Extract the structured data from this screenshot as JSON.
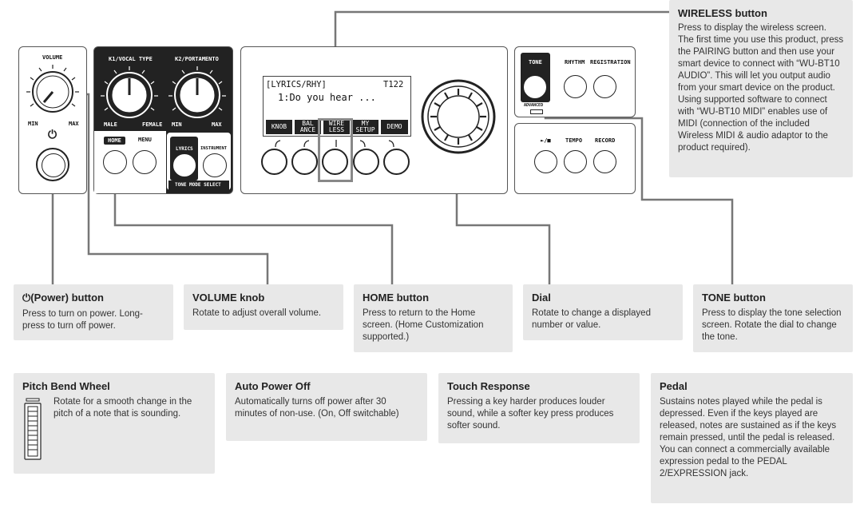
{
  "panel": {
    "volume_label": "VOLUME",
    "min_label": "MIN",
    "max_label": "MAX",
    "power_symbol": "⏻",
    "k1_label": "K1/VOCAL TYPE",
    "k2_label": "K2/PORTAMENTO",
    "male_label": "MALE",
    "female_label": "FEMALE",
    "k2_min_label": "MIN",
    "k2_max_label": "MAX",
    "home_label": "HOME",
    "menu_label": "MENU",
    "lyrics_label": "LYRICS",
    "instrument_label": "INSTRUMENT",
    "tone_mode_select_label": "TONE MODE SELECT",
    "lcd_line1_left": "[LYRICS/RHY]",
    "lcd_line1_right": "T122",
    "lcd_line2": "1:Do you hear ...",
    "lcd_buttons": [
      "KNOB",
      "BAL\nANCE",
      "WIRE\nLESS",
      "MY\nSETUP",
      "DEMO"
    ],
    "tone_label": "TONE",
    "rhythm_label": "RHYTHM",
    "registration_label": "REGISTRATION",
    "advanced_label": "ADVANCED",
    "play_stop_label": "►/■",
    "tempo_label": "TEMPO",
    "record_label": "RECORD"
  },
  "callouts": {
    "wireless": {
      "title": "WIRELESS button",
      "desc": "Press to display the wireless screen. The first time you use this product, press the PAIRING button and then use your smart device to connect with “WU-BT10 AUDIO”. This will let you output audio from your smart device on the product. Using supported software to connect with “WU-BT10 MIDI” enables use of MIDI (connection of the included Wireless MIDI & audio adaptor to the product required)."
    },
    "power": {
      "title_symbol": "⏻",
      "title": "(Power) button",
      "desc": "Press to turn on power. Long-press to turn off power."
    },
    "volume": {
      "title": "VOLUME knob",
      "desc": "Rotate to adjust overall volume."
    },
    "home": {
      "title": "HOME button",
      "desc": "Press to return to the Home screen. (Home Customization supported.)"
    },
    "dial": {
      "title": "Dial",
      "desc": "Rotate to change a displayed number or value."
    },
    "tone": {
      "title": "TONE button",
      "desc": "Press to display the tone selection screen. Rotate the dial to change the tone."
    },
    "pitch_bend": {
      "title": "Pitch Bend Wheel",
      "desc": "Rotate for a smooth change in the pitch of a note that is sounding."
    },
    "auto_power_off": {
      "title": "Auto Power Off",
      "desc": "Automatically turns off power after 30 minutes of non-use. (On, Off switchable)"
    },
    "touch_response": {
      "title": "Touch Response",
      "desc": "Pressing a key harder produces louder sound, while a softer key press produces softer sound."
    },
    "pedal": {
      "title": "Pedal",
      "desc": "Sustains notes played while the pedal is depressed. Even if the keys played are released, notes are sustained as if the keys remain pressed, until the pedal is released.\nYou can connect a commercially available expression pedal to the PEDAL 2/EXPRESSION jack."
    }
  },
  "colors": {
    "callout_bg": "#e8e8e8",
    "leader_line": "#777777",
    "panel_ink": "#222222",
    "lcd_text": "#111111"
  }
}
